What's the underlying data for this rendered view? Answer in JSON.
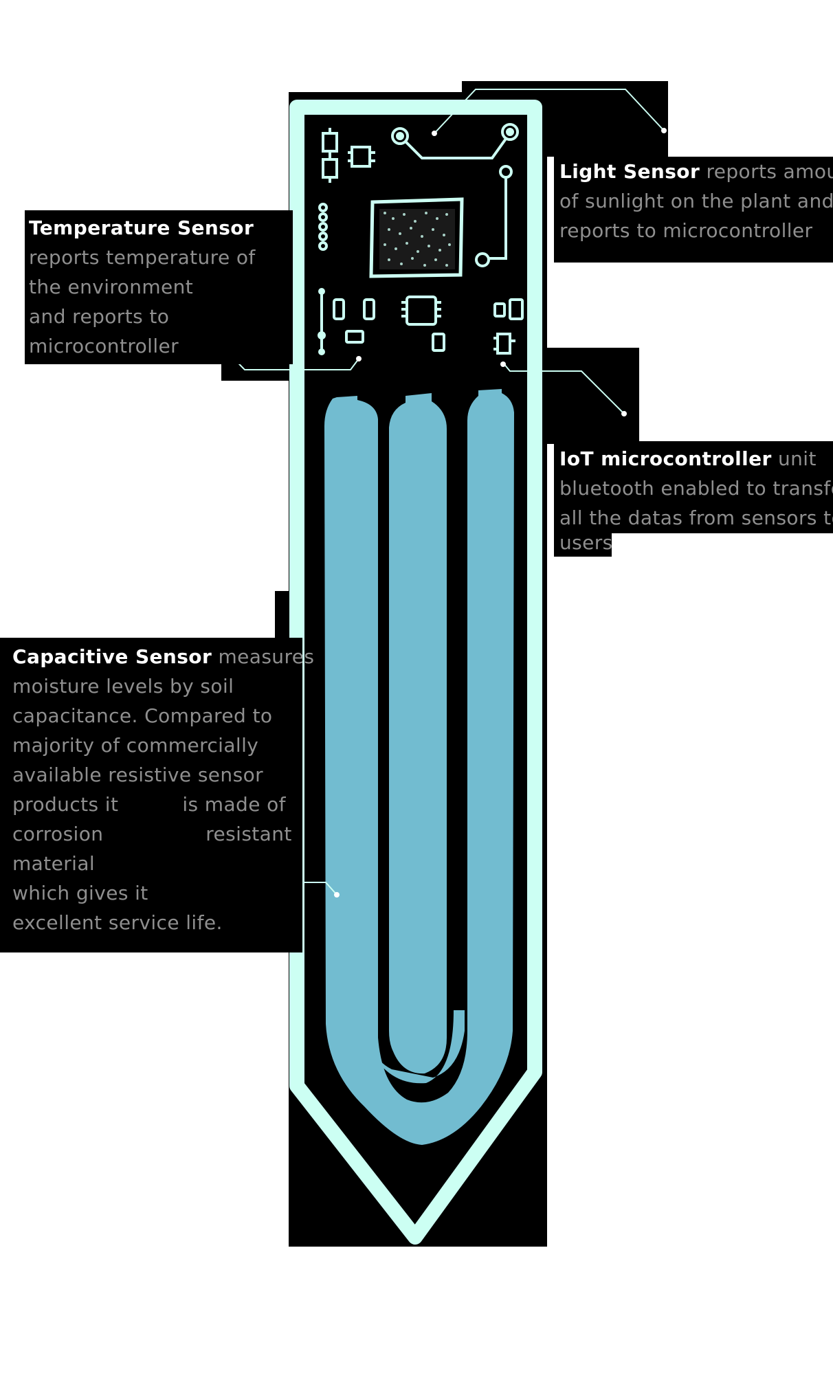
{
  "colors": {
    "background": "#ffffff",
    "panel": "#000000",
    "board_outline": "#ccfff3",
    "electrode": "#72bcd0",
    "title_text": "#ffffff",
    "body_text": "#8f8f8f"
  },
  "callouts": {
    "light": {
      "title": "Light Sensor",
      "lines": [
        " reports amount",
        "of sunlight on the plant and",
        "reports to microcontroller"
      ]
    },
    "temperature": {
      "title": "Temperature Sensor",
      "lines": [
        "reports temperature of",
        "the environment",
        "and reports to",
        "microcontroller"
      ]
    },
    "iot": {
      "title": "IoT microcontroller",
      "lines": [
        " unit",
        "bluetooth enabled to transfer",
        "all the datas from sensors to",
        "users"
      ]
    },
    "capacitive": {
      "title": "Capacitive Sensor",
      "lines": [
        " measures",
        "moisture levels by soil",
        "capacitance. Compared to",
        "majority of commercially",
        "available resistive sensor",
        "products it          is made of",
        "corrosion                resistant",
        "material",
        "which gives it",
        "excellent service life."
      ]
    }
  },
  "icons": [
    "soil-moisture-sensor-board",
    "light-sensor-pad",
    "temperature-sensor-chip",
    "microcontroller-chip",
    "capacitive-electrode"
  ]
}
